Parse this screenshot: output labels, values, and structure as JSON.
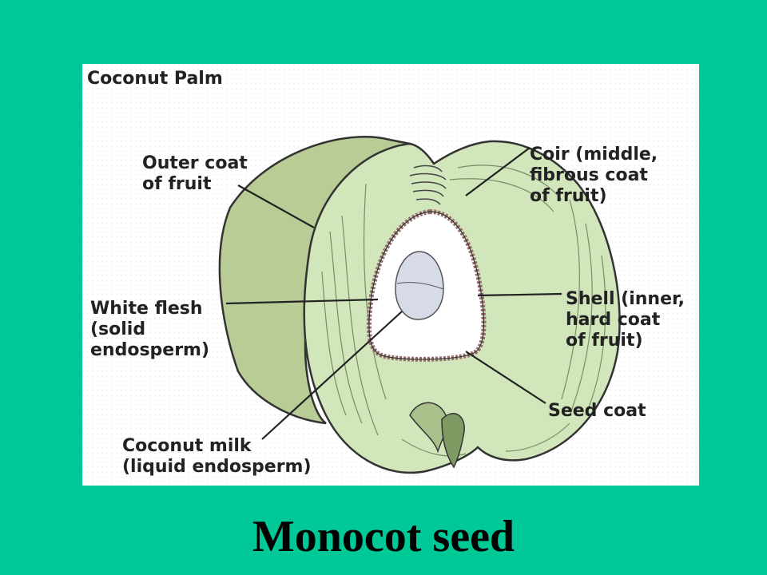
{
  "diagram": {
    "title": "Coconut Palm",
    "labels": {
      "outer_coat": [
        "Outer coat",
        "of fruit"
      ],
      "coir": [
        "Coir (middle,",
        "fibrous coat",
        "of fruit)"
      ],
      "white_flesh": [
        "White flesh",
        "(solid",
        "endosperm)"
      ],
      "shell": [
        "Shell (inner,",
        "hard coat",
        "of fruit)"
      ],
      "seed_coat": [
        "Seed coat"
      ],
      "coconut_milk": [
        "Coconut milk",
        "(liquid endosperm)"
      ]
    }
  },
  "caption": "Monocot seed",
  "colors": {
    "background": "#00C896",
    "outer_coat": "#b9cc96",
    "coir": "#d2e6bc",
    "outline": "#333333"
  }
}
